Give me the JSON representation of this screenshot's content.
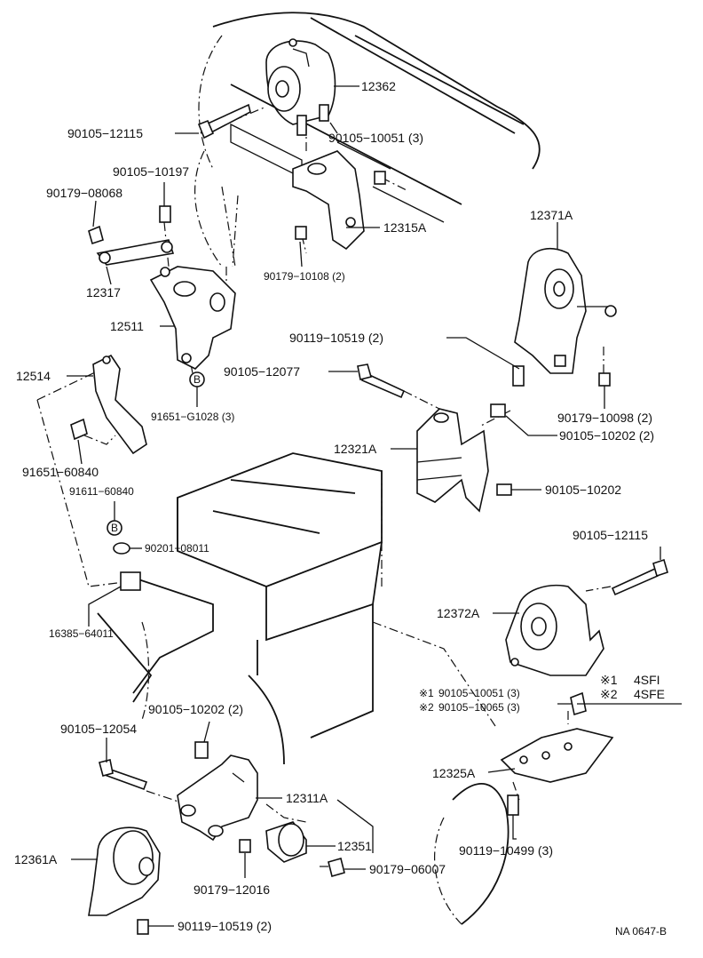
{
  "diagram_id": "NA 0647-B",
  "legend": [
    {
      "mark": "※1",
      "text": "4SFI"
    },
    {
      "mark": "※2",
      "text": "4SFE"
    }
  ],
  "labels": {
    "p12362": "12362",
    "p90105_12115_top": "90105−12115",
    "p90105_10051_3": "90105−10051 (3)",
    "p90105_10197": "90105−10197",
    "p90179_08068": "90179−08068",
    "p12315A": "12315A",
    "p90179_10108_2": "90179−10108 (2)",
    "p12317": "12317",
    "p12511": "12511",
    "p12371A": "12371A",
    "p90119_10519_2_top": "90119−10519 (2)",
    "p90105_12077": "90105−12077",
    "p12514": "12514",
    "pB_a": "B",
    "p91651_G1028_3": "91651−G1028 (3)",
    "p90179_10098_2": "90179−10098 (2)",
    "p90105_10202_2_right": "90105−10202 (2)",
    "p12321A": "12321A",
    "p91651_60840": "91651−60840",
    "p91611_60840": "91611−60840",
    "p90105_10202": "90105−10202",
    "pB_b": "B",
    "p90201_08011": "90201−08011",
    "p90105_12115_right": "90105−12115",
    "p16385_64011": "16385−64011",
    "p12372A": "12372A",
    "p_mark1": "※1",
    "p90105_10051_3_b": "90105−10051 (3)",
    "p_mark2": "※2",
    "p90105_10065_3": "90105−10065 (3)",
    "p90105_10202_2_bottom": "90105−10202 (2)",
    "p90105_12054": "90105−12054",
    "p12325A": "12325A",
    "p12311A": "12311A",
    "p12351": "12351",
    "p12361A": "12361A",
    "p90119_10499_3": "90119−10499 (3)",
    "p90179_06007": "90179−06007",
    "p90179_12016": "90179−12016",
    "p90119_10519_2_bottom": "90119−10519 (2)"
  }
}
